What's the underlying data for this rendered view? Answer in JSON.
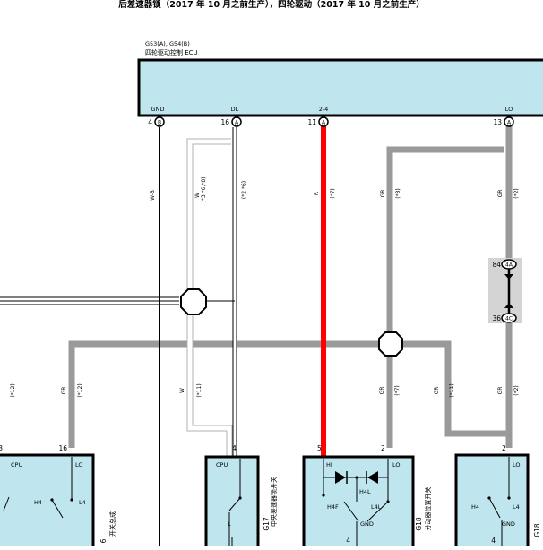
{
  "header": {
    "title": "后差速器锁（2017 年 10 月之前生产），四轮驱动（2017 年 10 月之前生产）"
  },
  "ecu": {
    "code": "G53(A), G54(B)",
    "name": "四轮驱动控制 ECU",
    "fill_color": "#bfe6ee",
    "pins": [
      {
        "label": "GND",
        "number": "4",
        "connector": "B"
      },
      {
        "label": "DL",
        "number": "16",
        "connector": "A"
      },
      {
        "label": "2-4",
        "number": "11",
        "connector": "A"
      },
      {
        "label": "LO",
        "number": "13",
        "connector": "A"
      }
    ]
  },
  "wires": [
    {
      "id": "gnd",
      "color_code": "W-B",
      "note": ""
    },
    {
      "id": "dl",
      "color_code": "W",
      "note": "(*3 *6,*8)"
    },
    {
      "id": "dl-b",
      "color_code": "",
      "note": "(*2 *6)"
    },
    {
      "id": "24",
      "color_code": "R",
      "note": "(*7)"
    },
    {
      "id": "gr-mid",
      "color_code": "GR",
      "note": "(*3)"
    },
    {
      "id": "lo",
      "color_code": "GR",
      "note": "(*2)"
    },
    {
      "id": "left",
      "color_code": "GR",
      "note": "(*12)"
    },
    {
      "id": "w-low",
      "color_code": "W",
      "note": "(*11)"
    },
    {
      "id": "gr-7",
      "color_code": "GR",
      "note": "(*7)"
    },
    {
      "id": "gr-11",
      "color_code": "GR",
      "note": "(*11)"
    },
    {
      "id": "lo-low",
      "color_code": "GR",
      "note": "(*2)"
    },
    {
      "id": "far-left",
      "color_code": "",
      "note": "(*12)"
    }
  ],
  "junction": {
    "pins": [
      {
        "number": "84",
        "tag": "4A"
      },
      {
        "number": "36",
        "tag": "4C"
      }
    ]
  },
  "wire_colors": {
    "red": "#ff0000",
    "gray": "#9a9a9a",
    "white_wire_outline": "#b0b0b0",
    "box_fill": "#bfe6ee"
  },
  "components": [
    {
      "id": "left-switch",
      "pin_top": [
        "3",
        "16"
      ],
      "labels": {
        "cpu": "CPU",
        "lo": "LO",
        "h4": "H4",
        "l4": "L4"
      },
      "caption": "开关总成"
    },
    {
      "id": "g17",
      "pin_top": "4",
      "labels": {
        "cpu": "CPU",
        "l": "L"
      },
      "code": "G17",
      "caption": "中央差速器锁开关"
    },
    {
      "id": "g18",
      "pin_top": [
        "5",
        "2"
      ],
      "labels": {
        "hi": "HI",
        "lo": "LO",
        "h4l": "H4L",
        "h4f": "H4F",
        "l4l": "L4L",
        "gnd": "GND"
      },
      "pin_bottom": "4",
      "code": "G18",
      "caption": "分动器位置开关"
    },
    {
      "id": "right-switch",
      "pin_top": "2",
      "labels": {
        "lo": "LO",
        "h4": "H4",
        "l4": "L4",
        "gnd": "GND"
      },
      "pin_bottom": "4",
      "code": "G18"
    }
  ],
  "left_edge": {
    "number": "6"
  }
}
